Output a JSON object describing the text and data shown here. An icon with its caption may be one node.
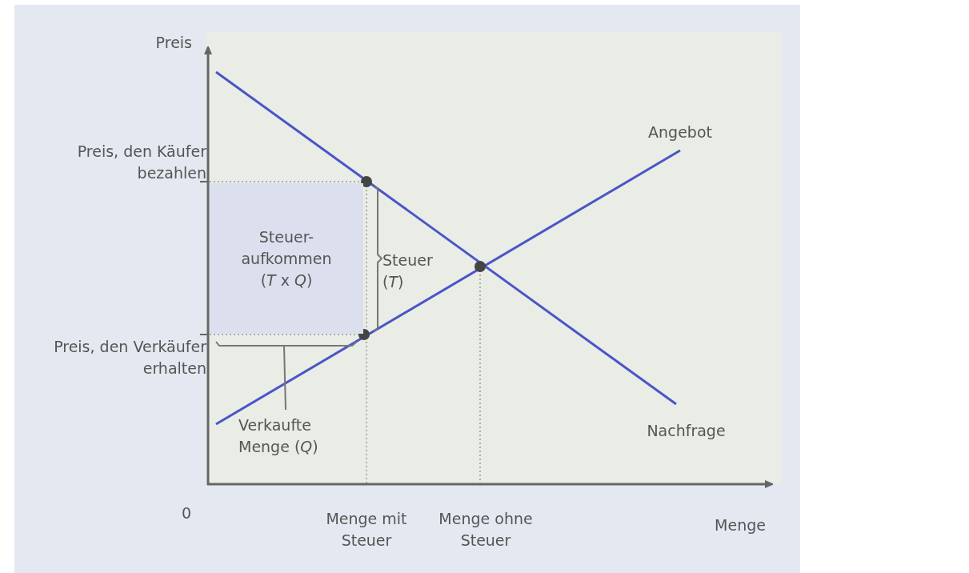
{
  "diagram": {
    "nodes": [
      {
        "text": [
          "Steuer- aufkommen (*T* x *Q*)"
        ]
      }
    ],
    "labels": [
      "Preis",
      "Angebot",
      "Preis, den Käufer bezahlen",
      "Steuer (*T*)",
      "Preis, den Verkäufer erhalten",
      "Verkaufte Menge (*Q*)",
      "Nachfrage",
      "0",
      "Menge mit Steuer",
      "Menge ohne Steuer",
      "Menge"
    ]
  }
}
